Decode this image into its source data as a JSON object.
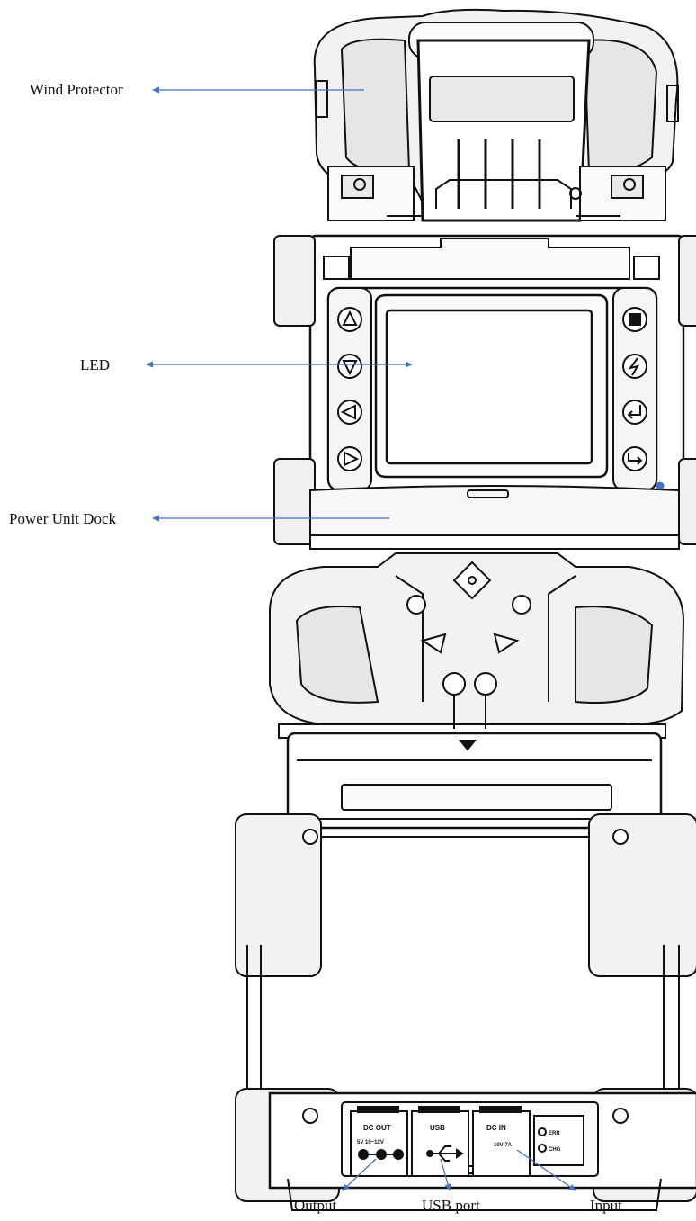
{
  "labels": {
    "wind_protector": "Wind Protector",
    "led": "LED",
    "power_unit_dock": "Power Unit Dock",
    "output": "Output",
    "usb_port": "USB port",
    "input": "Input"
  },
  "panel_text": {
    "dc_out": "DC OUT",
    "dc_out_spec": "5V 10~12V",
    "usb": "USB",
    "dc_in": "DC IN",
    "dc_in_spec": "10V 7A",
    "led1": "ERR",
    "led2": "CHG"
  },
  "colors": {
    "line": "#111111",
    "arrow": "#4472c4",
    "gray": "#777777"
  }
}
